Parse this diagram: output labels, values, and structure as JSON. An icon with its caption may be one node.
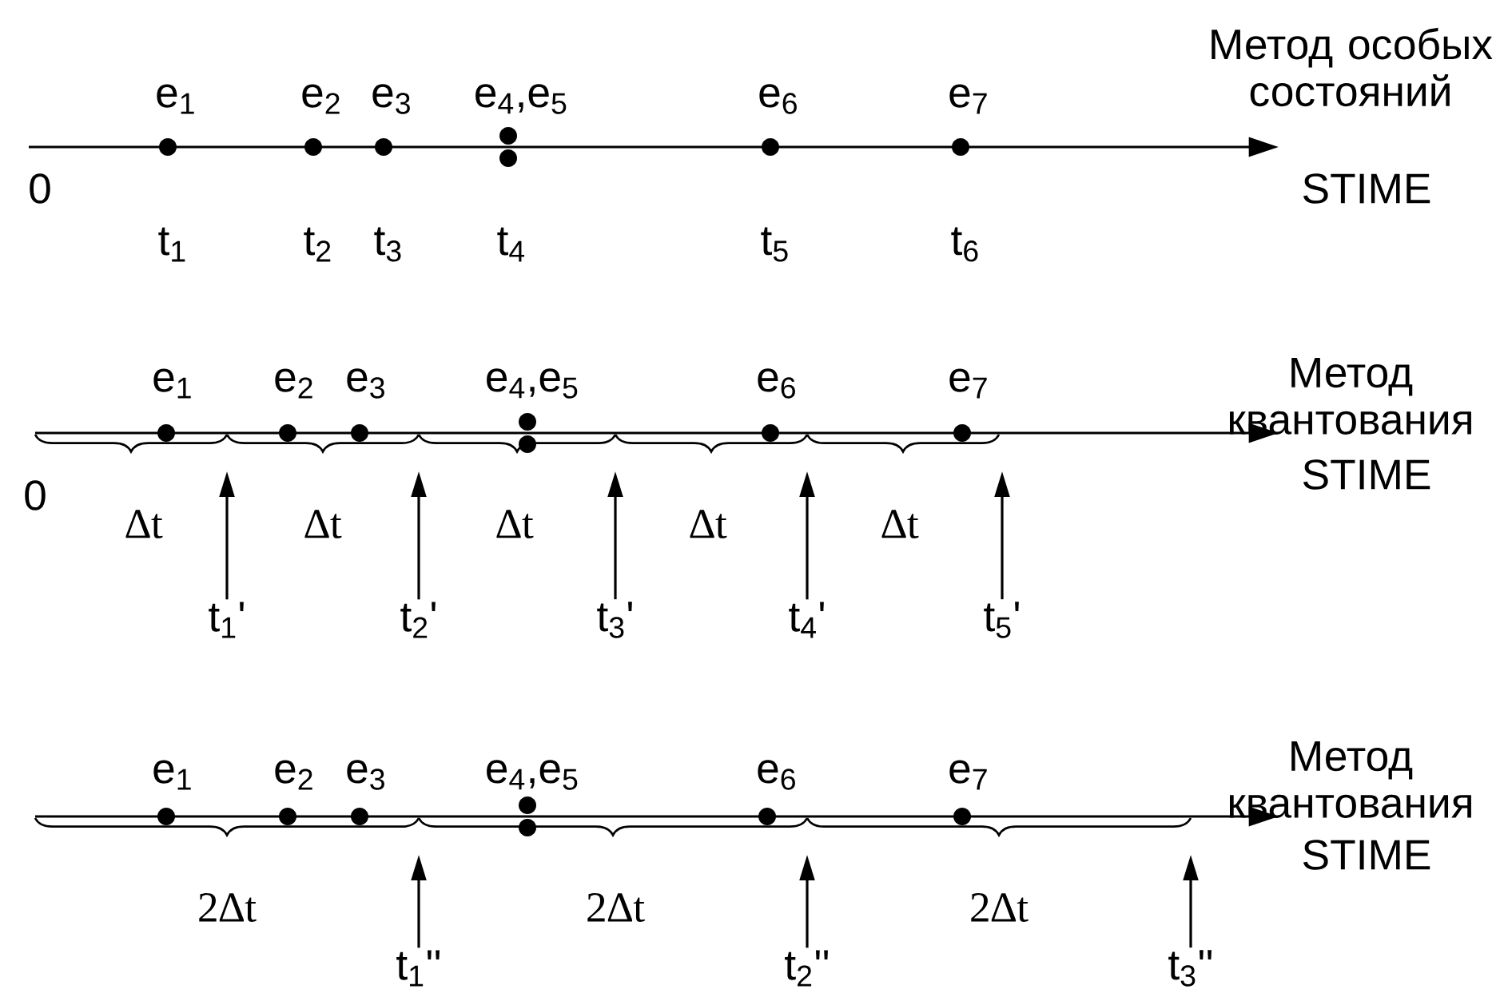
{
  "diagram": {
    "nodes": [
      {
        "text": [
          "t$_{1}$'"
        ]
      },
      {
        "text": [
          "t$_{2}$'"
        ]
      },
      {
        "text": [
          "t$_{3}$'"
        ]
      },
      {
        "text": [
          "t$_{4}$'"
        ]
      },
      {
        "text": [
          "t$_{5}$'"
        ]
      },
      {
        "text": [
          "t$_{1}$''"
        ]
      },
      {
        "text": [
          "t$_{2}$''"
        ]
      },
      {
        "text": [
          "t$_{3}$''"
        ]
      }
    ],
    "edges": [
      {
        "from": 0,
        "to": null,
        "arrow": "to"
      },
      {
        "from": 1,
        "to": null,
        "arrow": "to"
      },
      {
        "from": 2,
        "to": null,
        "arrow": "to"
      },
      {
        "from": 3,
        "to": null,
        "arrow": "to"
      },
      {
        "from": 4,
        "to": null,
        "arrow": "to"
      },
      {
        "from": 5,
        "to": null,
        "arrow": "to"
      },
      {
        "from": 6,
        "to": null,
        "arrow": "to"
      },
      {
        "from": 7,
        "to": null,
        "arrow": "to"
      }
    ],
    "labels": [
      "Метод особых состояний",
      "e$_{1}$",
      "e$_{2}$",
      "e$_{3}$",
      "e$_{4}$,e$_{5}$",
      "e$_{6}$",
      "e$_{7}$",
      "0",
      "STIME",
      "t$_{1}$",
      "t$_{2}$",
      "t$_{3}$",
      "t$_{4}$",
      "t$_{5}$",
      "t$_{6}$",
      "Метод квантования",
      "e$_{1}$",
      "e$_{2}$",
      "e$_{3}$",
      "e$_{4}$,e$_{5}$",
      "e$_{6}$",
      "e$_{7}$",
      "0",
      "STIME",
      "∆t",
      "∆t",
      "∆t",
      "∆t",
      "∆t",
      "Метод квантования",
      "e$_{1}$",
      "e$_{2}$",
      "e$_{3}$",
      "e$_{4}$,e$_{5}$",
      "e$_{6}$",
      "e$_{7}$",
      "STIME",
      "2∆t",
      "2∆t",
      "2∆t"
    ]
  }
}
